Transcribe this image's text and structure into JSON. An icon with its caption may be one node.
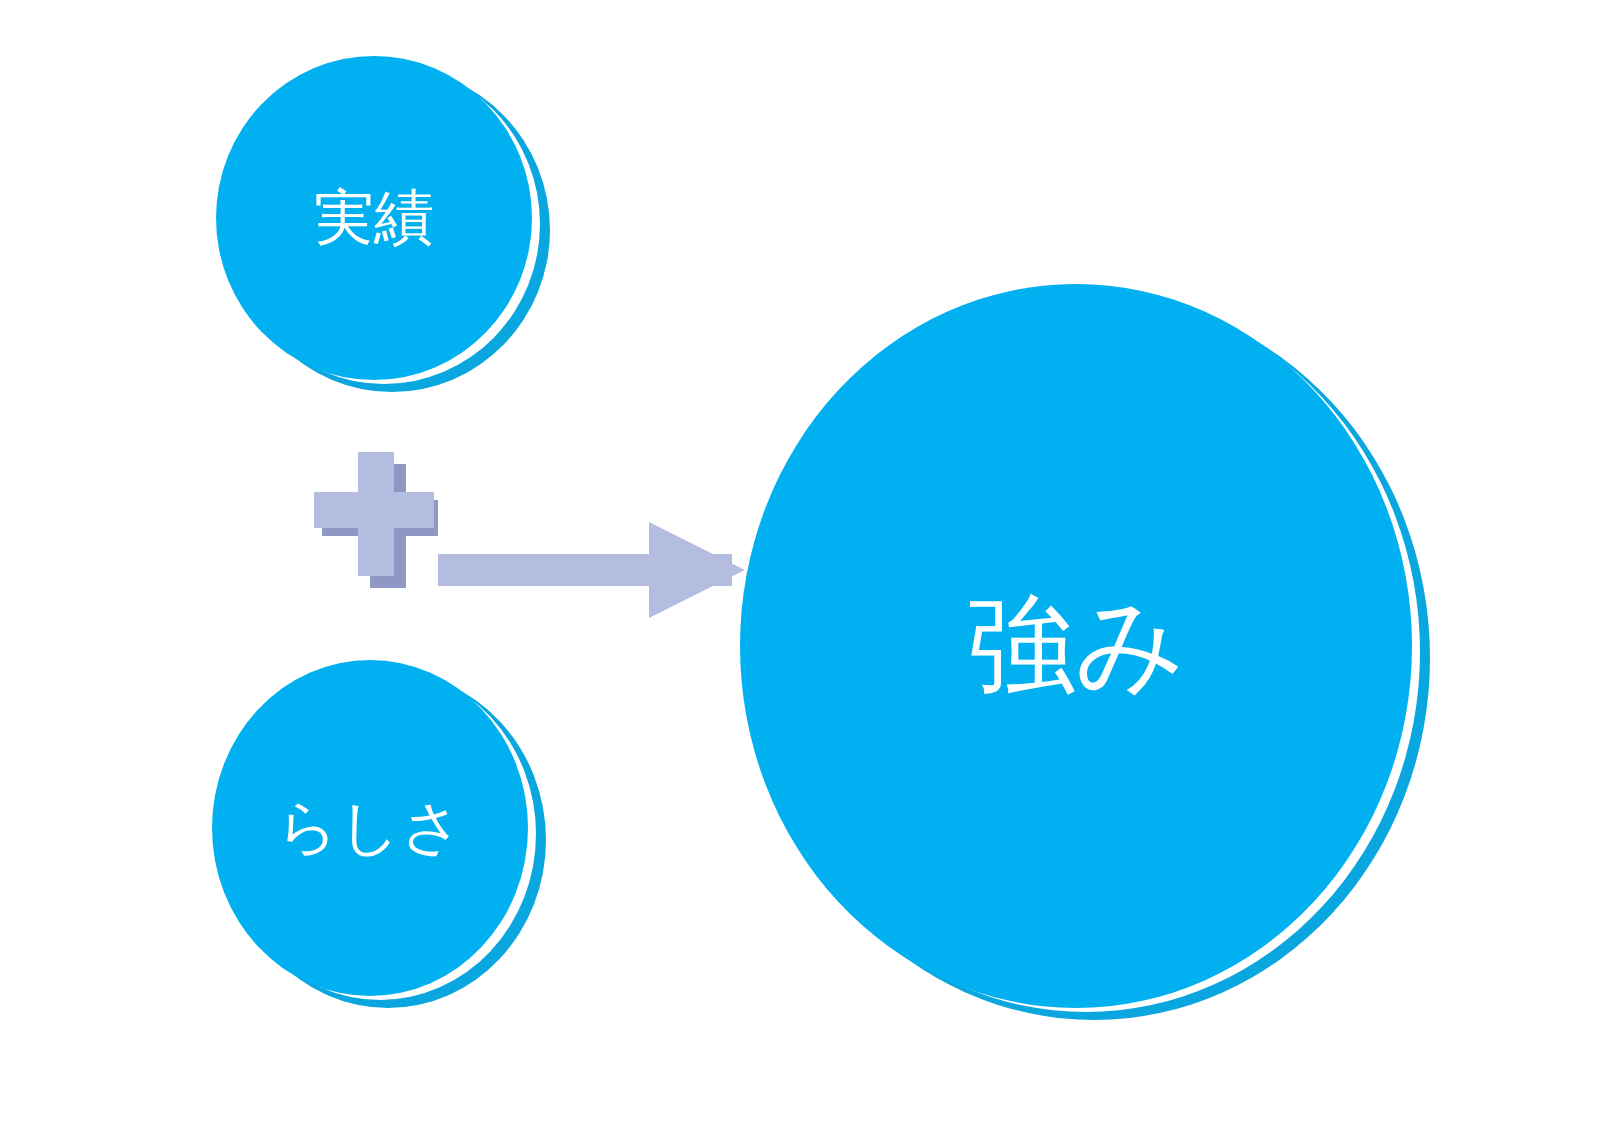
{
  "diagram": {
    "nodes": [
      {
        "text": [
          "実績"
        ]
      },
      {
        "text": [],
        "shape": "plus"
      },
      {
        "text": [
          "らしさ"
        ]
      },
      {
        "text": [
          "強み"
        ]
      }
    ],
    "edges": [
      {
        "from": 1,
        "to": 3,
        "arrow": "to"
      }
    ]
  }
}
